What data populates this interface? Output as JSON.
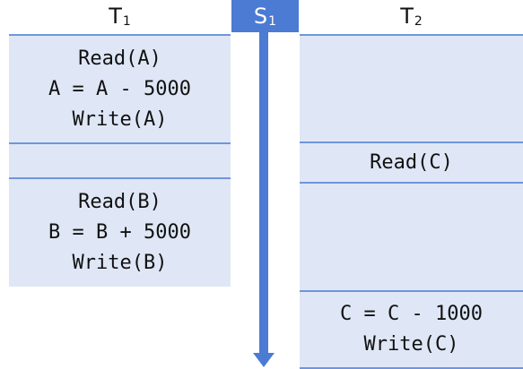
{
  "columns": {
    "t1": {
      "letter": "T",
      "sub": "1"
    },
    "s1": {
      "letter": "S",
      "sub": "1"
    },
    "t2": {
      "letter": "T",
      "sub": "2"
    }
  },
  "t1_blocks": [
    {
      "lines": [
        "Read(A)",
        "A = A - 5000",
        "Write(A)"
      ]
    },
    {
      "lines": []
    },
    {
      "lines": [
        "Read(B)",
        "B = B + 5000",
        "Write(B)"
      ]
    }
  ],
  "t2_blocks": [
    {
      "lines": []
    },
    {
      "lines": [
        "Read(C)"
      ]
    },
    {
      "lines": []
    },
    {
      "lines": [
        "C = C - 1000",
        "Write(C)"
      ]
    }
  ],
  "colors": {
    "accent": "#4b7bd2",
    "cell_fill": "#dfe7f6",
    "rule": "#6f95dc"
  }
}
